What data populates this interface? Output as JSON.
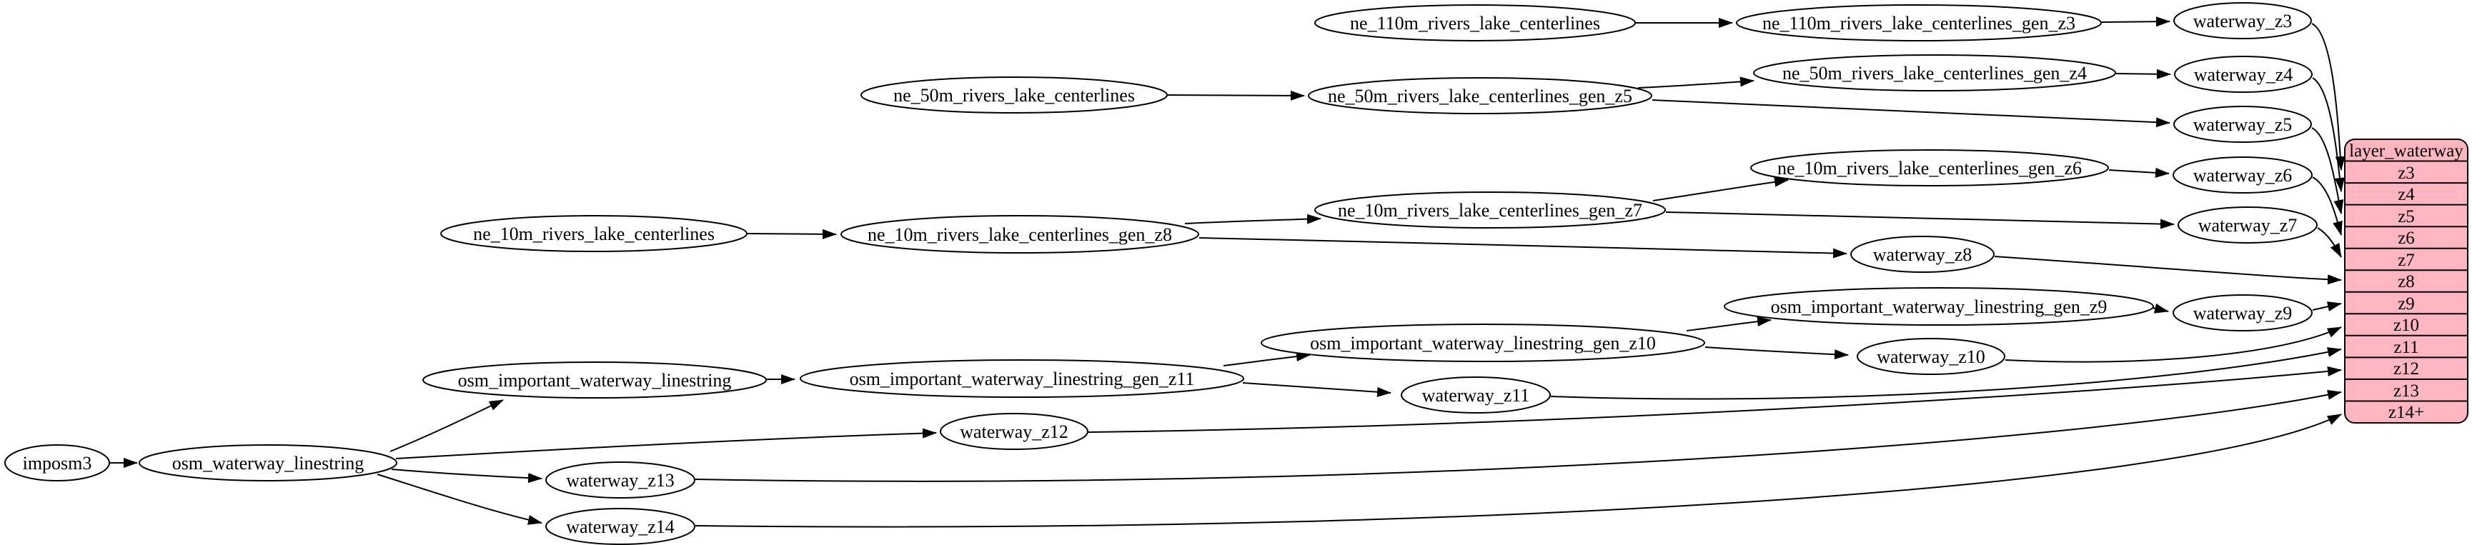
{
  "diagram": {
    "background": "#ffffff",
    "node_fill": "#ffffff",
    "edge_color": "#000000",
    "nodes": [
      {
        "label": "imposm3"
      },
      {
        "label": "osm_waterway_linestring"
      },
      {
        "label": "osm_important_waterway_linestring"
      },
      {
        "label": "osm_important_waterway_linestring_gen_z11"
      },
      {
        "label": "osm_important_waterway_linestring_gen_z10"
      },
      {
        "label": "osm_important_waterway_linestring_gen_z9"
      },
      {
        "label": "waterway_z9"
      },
      {
        "label": "waterway_z10"
      },
      {
        "label": "waterway_z11"
      },
      {
        "label": "waterway_z12"
      },
      {
        "label": "waterway_z13"
      },
      {
        "label": "waterway_z14"
      },
      {
        "label": "ne_10m_rivers_lake_centerlines"
      },
      {
        "label": "ne_10m_rivers_lake_centerlines_gen_z8"
      },
      {
        "label": "ne_10m_rivers_lake_centerlines_gen_z7"
      },
      {
        "label": "ne_10m_rivers_lake_centerlines_gen_z6"
      },
      {
        "label": "waterway_z6"
      },
      {
        "label": "waterway_z7"
      },
      {
        "label": "waterway_z8"
      },
      {
        "label": "ne_50m_rivers_lake_centerlines"
      },
      {
        "label": "ne_50m_rivers_lake_centerlines_gen_z5"
      },
      {
        "label": "ne_50m_rivers_lake_centerlines_gen_z4"
      },
      {
        "label": "waterway_z4"
      },
      {
        "label": "waterway_z5"
      },
      {
        "label": "ne_110m_rivers_lake_centerlines"
      },
      {
        "label": "ne_110m_rivers_lake_centerlines_gen_z3"
      },
      {
        "label": "waterway_z3"
      }
    ],
    "record": {
      "title": "layer_waterway",
      "fill": "#ffb6c1",
      "rows": [
        "z3",
        "z4",
        "z5",
        "z6",
        "z7",
        "z8",
        "z9",
        "z10",
        "z11",
        "z12",
        "z13",
        "z14+"
      ]
    }
  }
}
